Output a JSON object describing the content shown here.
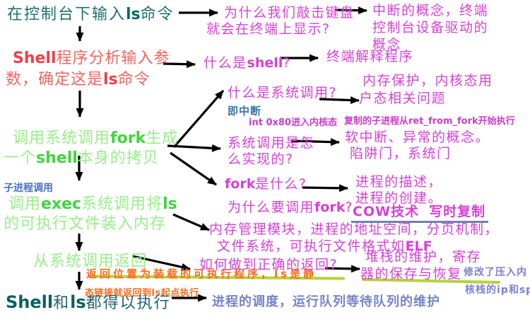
{
  "meta": {
    "kind": "mindmap-flowchart",
    "topic": "ls command execution flow (Linux)"
  },
  "colors": {
    "teal": "#1f7070",
    "teal_bold": "#056a6a",
    "salmon": "#f3655f",
    "salmon_bold": "#f13f46",
    "green": "#97ef88",
    "green_bold": "#3fd53f",
    "magenta": "#d83fd8",
    "magenta_small": "#cb3bcb",
    "blue_label": "#4a72c0",
    "steel_blue": "#3b74a8",
    "orange": "#ff6a1c",
    "periwinkle": "#7584ca",
    "slate": "#7b7fd4",
    "highlight_line": "#b6d335",
    "cow_underline": "#6f81ab",
    "arrow": "#000000"
  },
  "nodes": {
    "console": {
      "pre": "在控制台下输入",
      "ls": "ls",
      "post": "命令"
    },
    "shellParse": {
      "l1a": "Shell",
      "l1b": "程序分析输入参",
      "l2a": "数，确定这是",
      "l2b": "ls",
      "l2c": "命令"
    },
    "fork": {
      "l1a": "调用系统调用",
      "l1b": "fork",
      "l1c": "生成",
      "l2a": "一个",
      "l2b": "shell",
      "l2c": "本身的拷贝"
    },
    "childLabel": "子进程调用",
    "exec": {
      "l1a": "调用",
      "l1b": "exec",
      "l1c": "系统调用将",
      "l1d": "ls",
      "l2": "的可执行文件装入内存"
    },
    "returnNode": "从系统调用返回",
    "orangeNote": {
      "l1": "返回位置为装载的可执行程序，ls是静",
      "l2": "态链接就返回到ls起点执行"
    },
    "final": {
      "a": "Shell",
      "b": "和",
      "c": "ls",
      "d": "都得以执行"
    }
  },
  "questions": {
    "keyboard": {
      "l1": "为什么我们敲击键盘",
      "l2": "就会在终端上显示?"
    },
    "shell": {
      "a": "什么是",
      "b": "shell",
      "c": "?"
    },
    "syscall": "什么是系统调用?",
    "interruptLabel": "即中断",
    "int80": "int 0x80进入内核态",
    "retFork": "复制的子进程从ret_from_fork开始执行",
    "howSyscall": {
      "l1": "系统调用是怎",
      "l2": "么实现的?"
    },
    "forkWhat": {
      "a": "fork",
      "b": "是什么?"
    },
    "whyFork": {
      "a": "为什么要调用",
      "b": "fork",
      "c": "?"
    },
    "memory": {
      "l1": "内存管理模块，进程的地址空间，分页机制，",
      "l2a": "文件系统，可执行文件格式如",
      "l2b": "ELF"
    },
    "correctReturn": "如何做到正确的返回?",
    "schedule": "进程的调度，运行队列等待队列的维护"
  },
  "answers": {
    "interruptConcept": {
      "l1": "中断的概念，终端",
      "l2": "控制台设备驱动的",
      "l3": "概念"
    },
    "terminalInterp": "终端解释程序",
    "memProtect": {
      "l1": "内存保护，内核态用",
      "l2": "户态相关问题"
    },
    "softInt": {
      "l1": "软中断、异常的概念。",
      "l2": "陷阱门，系统门"
    },
    "processDesc": {
      "l1": "进程的描述，",
      "l2": "进程的创建。"
    },
    "cow": {
      "a": "COW技术",
      "b": "写时复制"
    },
    "stack": {
      "l1": "堆栈的维护，寄存",
      "l2": "器的保存与恢复"
    },
    "ipsp": {
      "l1": "修改了压入内",
      "l2": "核栈的ip和sp"
    }
  }
}
